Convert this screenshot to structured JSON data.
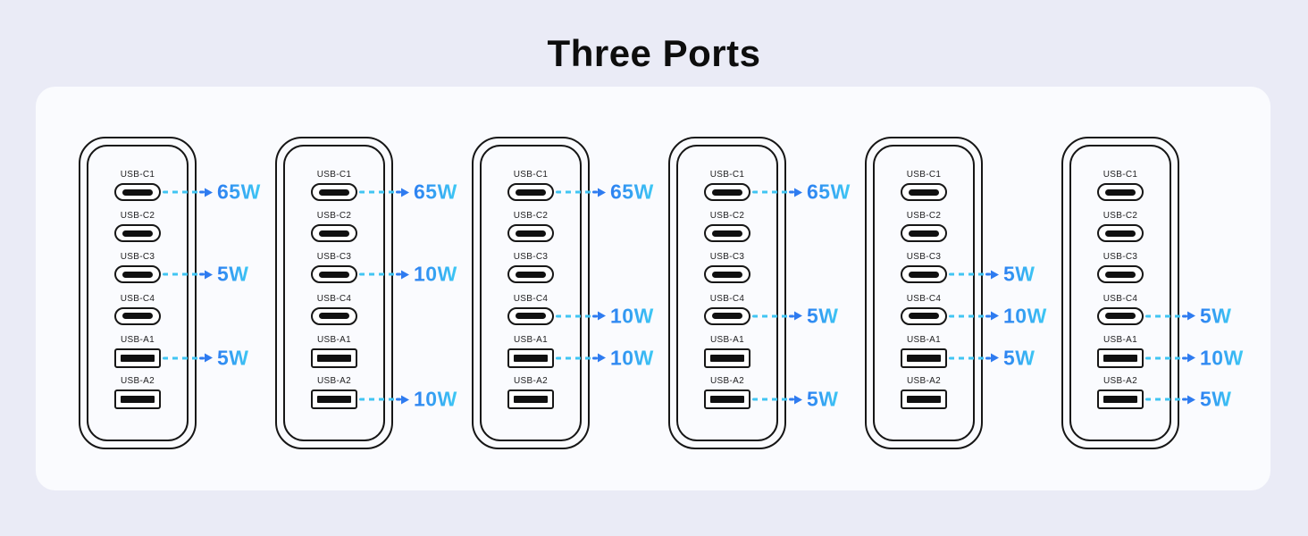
{
  "title": "Three Ports",
  "colors": {
    "background": "#eaebf6",
    "panel": "#fafbfe",
    "outline": "#161616",
    "label": "#1d1d1f",
    "title": "#0d0d0d",
    "dash": "#41c5f2",
    "arrow": "#2e7bf0",
    "watt_gradient_start": "#2d7ff1",
    "watt_gradient_end": "#3ec9f4"
  },
  "chargers": [
    {
      "ports": [
        {
          "label": "USB-C1",
          "type": "usb-c",
          "watt": "65W"
        },
        {
          "label": "USB-C2",
          "type": "usb-c",
          "watt": null
        },
        {
          "label": "USB-C3",
          "type": "usb-c",
          "watt": "5W"
        },
        {
          "label": "USB-C4",
          "type": "usb-c",
          "watt": null
        },
        {
          "label": "USB-A1",
          "type": "usb-a",
          "watt": "5W"
        },
        {
          "label": "USB-A2",
          "type": "usb-a",
          "watt": null
        }
      ]
    },
    {
      "ports": [
        {
          "label": "USB-C1",
          "type": "usb-c",
          "watt": "65W"
        },
        {
          "label": "USB-C2",
          "type": "usb-c",
          "watt": null
        },
        {
          "label": "USB-C3",
          "type": "usb-c",
          "watt": "10W"
        },
        {
          "label": "USB-C4",
          "type": "usb-c",
          "watt": null
        },
        {
          "label": "USB-A1",
          "type": "usb-a",
          "watt": null
        },
        {
          "label": "USB-A2",
          "type": "usb-a",
          "watt": "10W"
        }
      ]
    },
    {
      "ports": [
        {
          "label": "USB-C1",
          "type": "usb-c",
          "watt": "65W"
        },
        {
          "label": "USB-C2",
          "type": "usb-c",
          "watt": null
        },
        {
          "label": "USB-C3",
          "type": "usb-c",
          "watt": null
        },
        {
          "label": "USB-C4",
          "type": "usb-c",
          "watt": "10W"
        },
        {
          "label": "USB-A1",
          "type": "usb-a",
          "watt": "10W"
        },
        {
          "label": "USB-A2",
          "type": "usb-a",
          "watt": null
        }
      ]
    },
    {
      "ports": [
        {
          "label": "USB-C1",
          "type": "usb-c",
          "watt": "65W"
        },
        {
          "label": "USB-C2",
          "type": "usb-c",
          "watt": null
        },
        {
          "label": "USB-C3",
          "type": "usb-c",
          "watt": null
        },
        {
          "label": "USB-C4",
          "type": "usb-c",
          "watt": "5W"
        },
        {
          "label": "USB-A1",
          "type": "usb-a",
          "watt": null
        },
        {
          "label": "USB-A2",
          "type": "usb-a",
          "watt": "5W"
        }
      ]
    },
    {
      "ports": [
        {
          "label": "USB-C1",
          "type": "usb-c",
          "watt": null
        },
        {
          "label": "USB-C2",
          "type": "usb-c",
          "watt": null
        },
        {
          "label": "USB-C3",
          "type": "usb-c",
          "watt": "5W"
        },
        {
          "label": "USB-C4",
          "type": "usb-c",
          "watt": "10W"
        },
        {
          "label": "USB-A1",
          "type": "usb-a",
          "watt": "5W"
        },
        {
          "label": "USB-A2",
          "type": "usb-a",
          "watt": null
        }
      ]
    },
    {
      "ports": [
        {
          "label": "USB-C1",
          "type": "usb-c",
          "watt": null
        },
        {
          "label": "USB-C2",
          "type": "usb-c",
          "watt": null
        },
        {
          "label": "USB-C3",
          "type": "usb-c",
          "watt": null
        },
        {
          "label": "USB-C4",
          "type": "usb-c",
          "watt": "5W"
        },
        {
          "label": "USB-A1",
          "type": "usb-a",
          "watt": "10W"
        },
        {
          "label": "USB-A2",
          "type": "usb-a",
          "watt": "5W"
        }
      ]
    }
  ]
}
